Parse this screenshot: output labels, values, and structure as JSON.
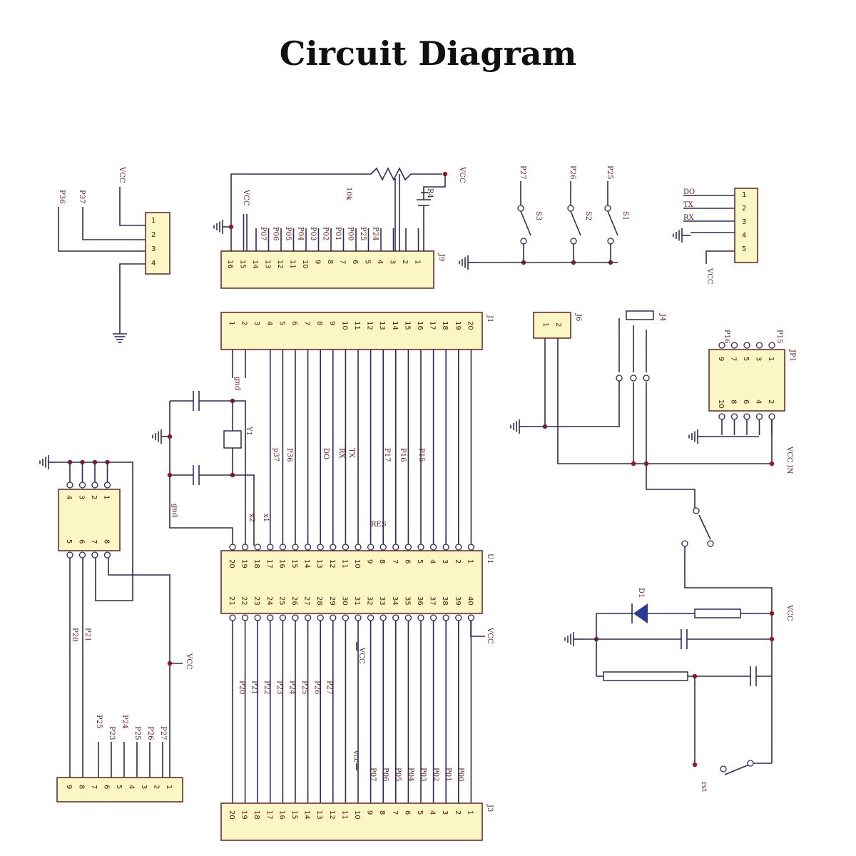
{
  "title": "Circuit Diagram",
  "headers": {
    "J9": {
      "ref": "J9",
      "pins": [
        "16",
        "15",
        "14",
        "13",
        "12",
        "11",
        "10",
        "9",
        "8",
        "7",
        "6",
        "5",
        "4",
        "3",
        "2",
        "1"
      ]
    },
    "J1": {
      "ref": "J1",
      "pins": [
        "1",
        "2",
        "3",
        "4",
        "5",
        "6",
        "7",
        "8",
        "9",
        "10",
        "11",
        "12",
        "13",
        "14",
        "15",
        "16",
        "17",
        "18",
        "19",
        "20"
      ]
    },
    "U1": {
      "ref": "U1",
      "top": [
        "20",
        "19",
        "18",
        "17",
        "16",
        "15",
        "14",
        "13",
        "12",
        "11",
        "10",
        "9",
        "8",
        "7",
        "6",
        "5",
        "4",
        "3",
        "2",
        "1"
      ],
      "bottom": [
        "21",
        "22",
        "23",
        "24",
        "25",
        "26",
        "27",
        "28",
        "29",
        "30",
        "31",
        "32",
        "33",
        "34",
        "35",
        "36",
        "37",
        "38",
        "39",
        "40"
      ]
    },
    "J3": {
      "ref": "J3",
      "pins": [
        "20",
        "19",
        "18",
        "17",
        "16",
        "15",
        "14",
        "13",
        "12",
        "11",
        "10",
        "9",
        "8",
        "7",
        "6",
        "5",
        "4",
        "3",
        "2",
        "1"
      ]
    },
    "JP1": {
      "ref": "JP1",
      "top": [
        "9",
        "7",
        "5",
        "3",
        "1"
      ],
      "bottom": [
        "10",
        "8",
        "6",
        "4",
        "2"
      ]
    },
    "J6": {
      "ref": "J6",
      "pins": [
        "1",
        "2"
      ]
    },
    "conn4": {
      "pins": [
        "1",
        "2",
        "3",
        "4"
      ]
    },
    "conn5": {
      "pins": [
        "1",
        "2",
        "3",
        "4",
        "5"
      ]
    },
    "conn8": {
      "top": [
        "4",
        "3",
        "2",
        "1"
      ],
      "bottom": [
        "5",
        "6",
        "7",
        "8"
      ]
    },
    "conn10": {
      "pins": [
        "9",
        "8",
        "7",
        "6",
        "5",
        "4",
        "3",
        "2",
        "1"
      ]
    }
  },
  "labels": {
    "vcc": "VCC",
    "vcc_in": "VCC IN",
    "gnd": "gnd",
    "r10k": "10k",
    "r4": "R4",
    "p36": "P36",
    "p37": "P37",
    "p27": "P27",
    "p26": "P26",
    "p25": "P25",
    "s1": "S1",
    "s2": "S2",
    "s3": "S3",
    "do": "DO",
    "tx": "TX",
    "rx": "RX",
    "y1": "Y1",
    "x1": "x1",
    "x2": "x2",
    "j4": "J4",
    "d1": "D1",
    "rst": "rst",
    "res": "RES",
    "p20": "P20",
    "p21": "P21",
    "p22": "P22",
    "p23": "P23",
    "p24": "P24",
    "p15": "P15",
    "p16": "P16",
    "p17": "P17",
    "p_37": "p37",
    "p_36": "P36",
    "j9_pins": [
      "P07",
      "P06",
      "P05",
      "P04",
      "P03",
      "P02",
      "P01",
      "P00",
      "P25",
      "P24"
    ],
    "j3_pins": [
      "P20",
      "P21",
      "P22",
      "P23",
      "P24",
      "P25",
      "P26",
      "P27",
      "P07",
      "P06",
      "P05",
      "P04",
      "P03",
      "P02",
      "P01",
      "P00"
    ],
    "j1_signals": [
      "p37",
      "P36",
      "DO",
      "RX",
      "TX",
      "P17",
      "P16",
      "P15"
    ],
    "conn10_signals": [
      "P25",
      "P24",
      "P23",
      "P25",
      "P26",
      "P27"
    ]
  }
}
